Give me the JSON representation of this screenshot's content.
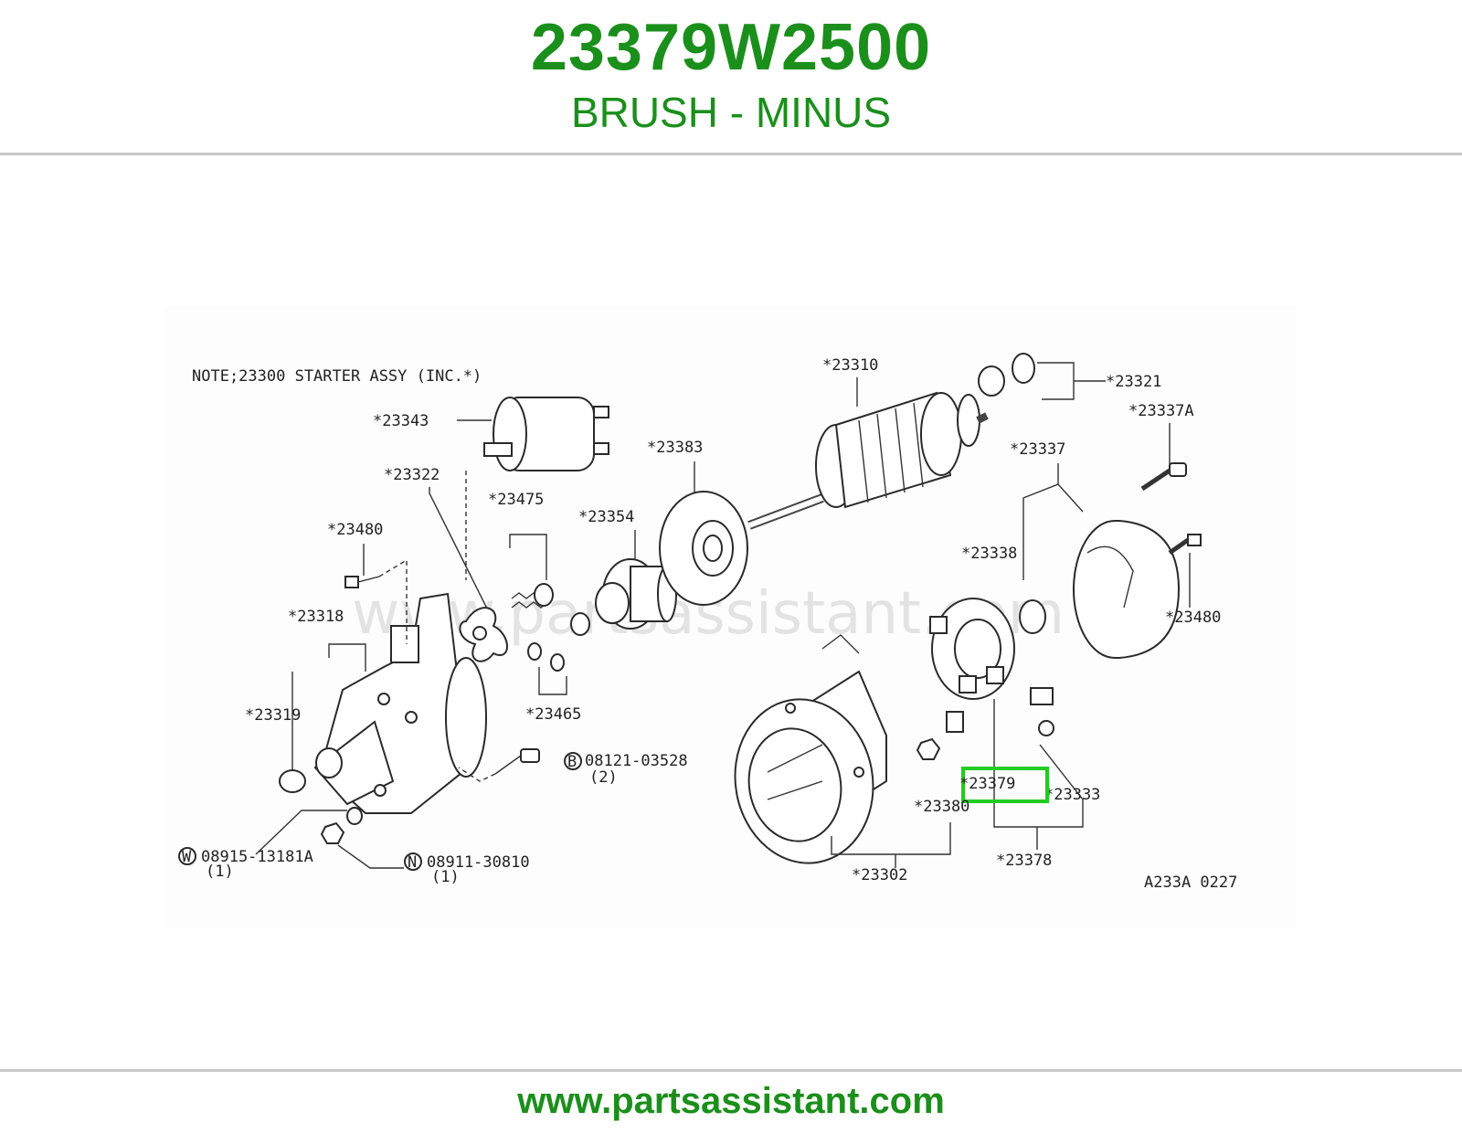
{
  "header": {
    "part_number": "23379W2500",
    "part_name": "BRUSH - MINUS"
  },
  "diagram": {
    "note": "NOTE;23300 STARTER ASSY (INC.*)",
    "watermark": "www.partsassistant.com",
    "code": "A233A 0227",
    "highlight_color": "#22cc22",
    "labels": {
      "l23343": "*23343",
      "l23322": "*23322",
      "l23480a": "*23480",
      "l23318": "*23318",
      "l23319": "*23319",
      "l23475": "*23475",
      "l23465": "*23465",
      "l23354": "*23354",
      "l23383": "*23383",
      "l23310": "*23310",
      "l23321": "*23321",
      "l23337a": "*23337A",
      "l23337": "*23337",
      "l23338": "*23338",
      "l23480b": "*23480",
      "l23379": "*23379",
      "l23333": "*23333",
      "l23380": "*23380",
      "l23378": "*23378",
      "l23302": "*23302",
      "bolt_b": "08121-03528",
      "bolt_b_qty": "(2)",
      "washer_w": "08915-13181A",
      "washer_w_qty": "(1)",
      "nut_n": "08911-30810",
      "nut_n_qty": "(1)",
      "circ_b": "B",
      "circ_w": "W",
      "circ_n": "N"
    }
  },
  "footer": {
    "url": "www.partsassistant.com"
  }
}
